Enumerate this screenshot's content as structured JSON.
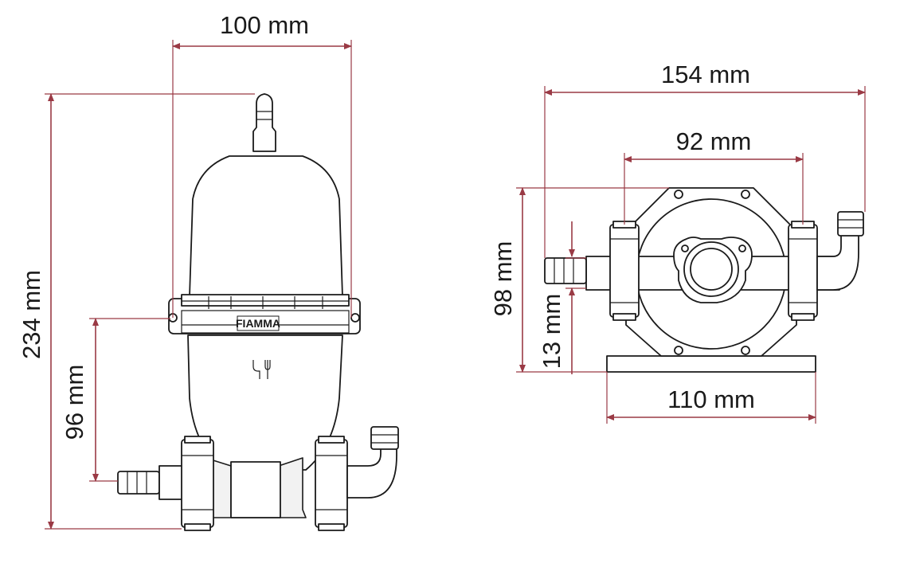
{
  "dimensions": {
    "width_side": "100 mm",
    "height_total": "234 mm",
    "height_outlet": "96 mm",
    "length_total": "154 mm",
    "port_spacing": "92 mm",
    "height_front": "98 mm",
    "inlet_offset": "13 mm",
    "base_width": "110 mm"
  },
  "brand": {
    "logo": "FIAMMA"
  },
  "colors": {
    "dimension": "#9a3a45",
    "outline": "#1a1a1a"
  }
}
